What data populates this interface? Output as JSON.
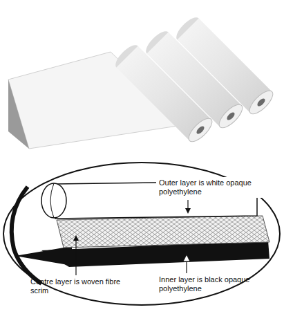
{
  "diagram": {
    "labels": [
      "Outer layer is white opaque polyethylene",
      "Centre layer is woven fibre scrim",
      "Inner layer is black opaque polyethylene"
    ]
  }
}
